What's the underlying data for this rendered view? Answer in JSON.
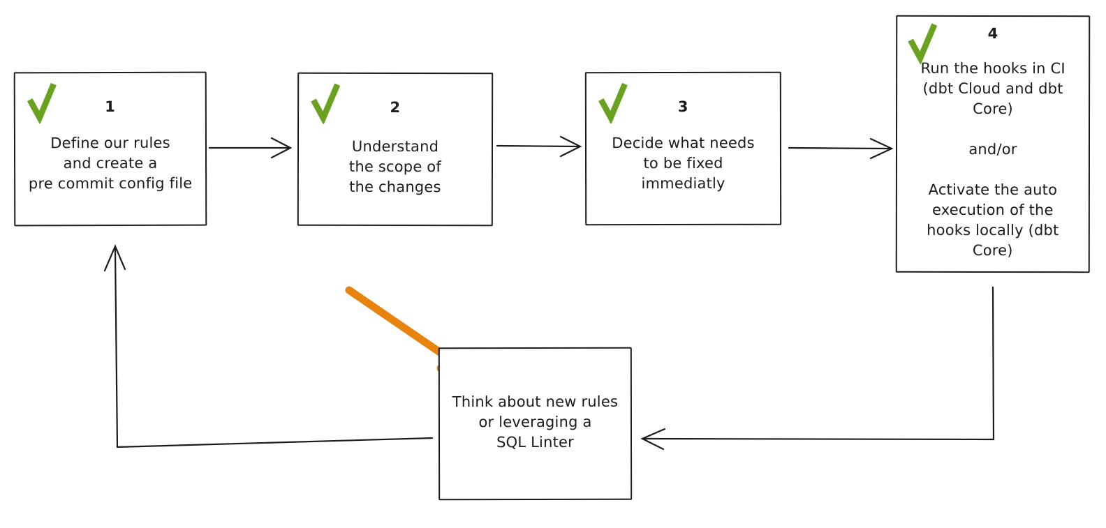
{
  "diagram": {
    "type": "flowchart",
    "steps": [
      {
        "id": "step-1",
        "number": "1",
        "checked": true,
        "text": "Define our rules\nand create a\npre commit config file"
      },
      {
        "id": "step-2",
        "number": "2",
        "checked": true,
        "text": "Understand\nthe scope of\nthe changes"
      },
      {
        "id": "step-3",
        "number": "3",
        "checked": true,
        "text": "Decide what needs\nto be fixed\nimmediatly"
      },
      {
        "id": "step-4",
        "number": "4",
        "checked": true,
        "text": "Run the hooks in CI\n(dbt Cloud and dbt\nCore)\n\nand/or\n\nActivate the auto\nexecution of the\nhooks locally (dbt\nCore)"
      },
      {
        "id": "feedback",
        "number": "",
        "checked": false,
        "text": "Think about new rules\nor leveraging a\nSQL Linter"
      }
    ],
    "connections": [
      {
        "from": "step-1",
        "to": "step-2",
        "style": "open-arrow"
      },
      {
        "from": "step-2",
        "to": "step-3",
        "style": "open-arrow"
      },
      {
        "from": "step-3",
        "to": "step-4",
        "style": "open-arrow"
      },
      {
        "from": "step-4",
        "to": "feedback",
        "style": "open-arrow-elbow"
      },
      {
        "from": "feedback",
        "to": "step-1",
        "style": "open-arrow-elbow"
      },
      {
        "from": "",
        "to": "feedback",
        "style": "orange-highlight-arrow"
      }
    ],
    "icons": {
      "check_glyph": "✓"
    },
    "colors": {
      "check_green": "#69a21e",
      "highlight_orange": "#e8830e",
      "line_black": "#1c1c1c",
      "background": "#ffffff"
    }
  }
}
